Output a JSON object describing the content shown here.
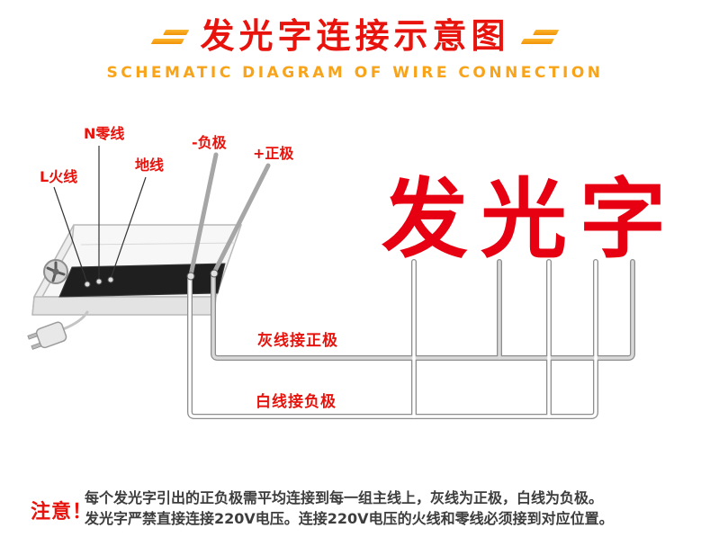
{
  "header": {
    "title": "发光字连接示意图",
    "subtitle": "SCHEMATIC DIAGRAM OF WIRE CONNECTION"
  },
  "diagram": {
    "labels": {
      "live": "L火线",
      "neutral": "N零线",
      "ground": "地线",
      "negative": "-负极",
      "positive": "+正极"
    },
    "sign_text": "发光字",
    "wire_labels": {
      "gray_to_positive": "灰线接正极",
      "white_to_negative": "白线接负极"
    },
    "icons": {
      "fan-icon": "circle-with-blades",
      "plug-icon": "rounded-rect-with-two-pins"
    }
  },
  "notice": {
    "label": "注意！",
    "line1": "每个发光字引出的正负极需平均连接到每一组主线上，灰线为正极，白线为负极。",
    "line2": "发光字严禁直接连接220V电压。连接220V电压的火线和零线必须接到对应位置。"
  },
  "colors": {
    "accent_red": "#e60012",
    "accent_orange": "#f8a41b",
    "wire_gray": "#d9d9d9",
    "wire_white": "#ffffff",
    "note_text": "#3d3d3d"
  }
}
